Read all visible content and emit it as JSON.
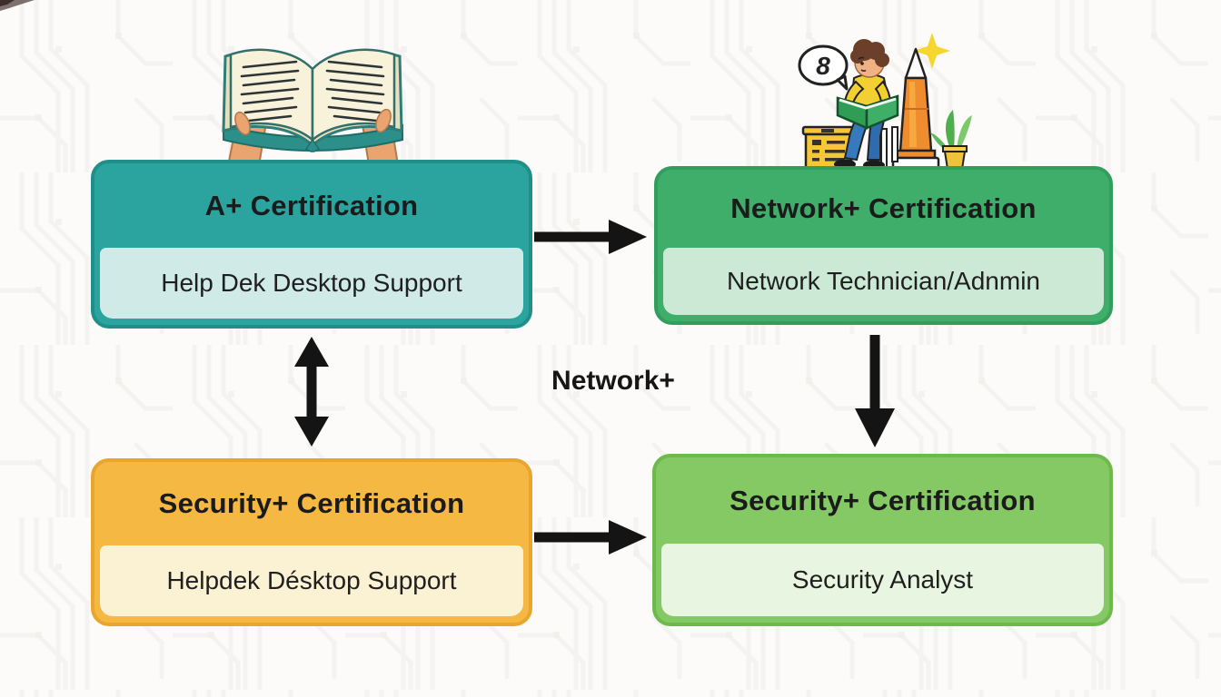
{
  "canvas": {
    "background": "#fcfbf9",
    "circuit_line_color": "#ebe9e6"
  },
  "diagram": {
    "center_label": "Network+",
    "arrow_color": "#141414",
    "boxes": [
      {
        "id": "a-plus",
        "title": "A+ Certification",
        "subtitle": "Help Dek Desktop Support",
        "header_color": "#2ba4a0",
        "body_color": "#cfeae7",
        "border_color": "#1f8f8a"
      },
      {
        "id": "network-plus",
        "title": "Network+ Certification",
        "subtitle": "Network Technician/Adnmin",
        "header_color": "#3fae6b",
        "body_color": "#cbe9d5",
        "border_color": "#319e5e"
      },
      {
        "id": "security-plus-left",
        "title": "Security+ Certification",
        "subtitle": "Helpdek Désktop Support",
        "header_color": "#f4b843",
        "body_color": "#fbf1d3",
        "border_color": "#e9a62f"
      },
      {
        "id": "security-plus-right",
        "title": "Security+ Certification",
        "subtitle": "Security Analyst",
        "header_color": "#85c965",
        "body_color": "#e7f5e1",
        "border_color": "#6cba4b"
      }
    ],
    "arrows": [
      {
        "id": "a-to-network",
        "direction": "right"
      },
      {
        "id": "a-to-security",
        "direction": "bidirectional-vertical"
      },
      {
        "id": "network-to-analyst",
        "direction": "down"
      },
      {
        "id": "security-to-analyst",
        "direction": "right"
      }
    ]
  },
  "illustrations": {
    "open_book": "open-book-held-by-hands",
    "reader": "person-reading-beside-rocket",
    "speech_bubble_text": "8"
  }
}
